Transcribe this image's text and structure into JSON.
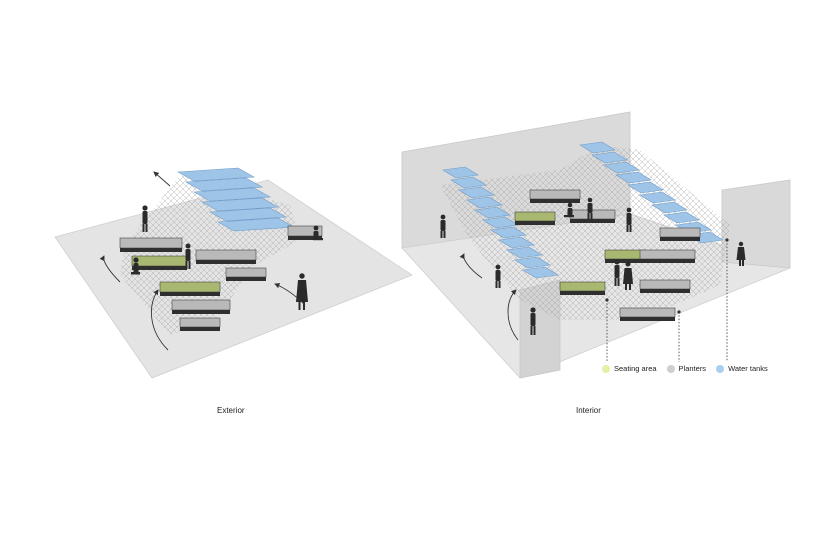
{
  "captions": {
    "exterior": "Exterior",
    "interior": "Interior"
  },
  "legend": {
    "items": [
      {
        "label": "Seating area",
        "color": "#e3f1a6"
      },
      {
        "label": "Planters",
        "color": "#cfcfcf"
      },
      {
        "label": "Water tanks",
        "color": "#a9cfef"
      }
    ]
  },
  "colors": {
    "floor": "#e4e4e4",
    "wall": "#d9d9d9",
    "module": "#b9b9b9",
    "module_dark": "#2f2f2f",
    "tank": "#9ec4e8",
    "seating": "#a9b870",
    "figure": "#2a2a2a"
  }
}
